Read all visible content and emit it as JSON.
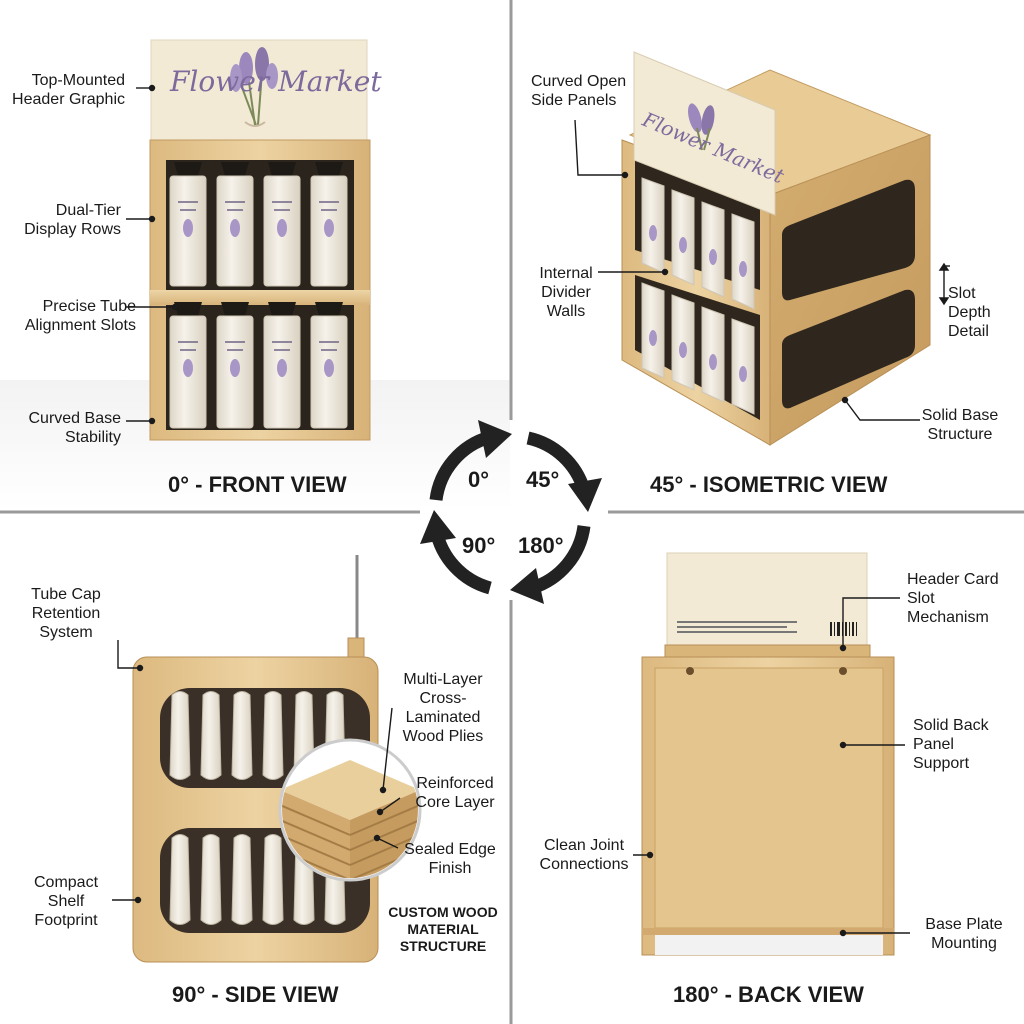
{
  "brand": {
    "front": "Flower Market",
    "iso": "Flower Market"
  },
  "views": {
    "front": {
      "title": "0° - FRONT VIEW",
      "labels": [
        "Top-Mounted\nHeader Graphic",
        "Dual-Tier\nDisplay Rows",
        "Precise Tube\nAlignment Slots",
        "Curved Base\nStability"
      ]
    },
    "iso": {
      "title": "45° - ISOMETRIC VIEW",
      "labels": [
        "Curved Open\nSide Panels",
        "Internal\nDivider\nWalls",
        "Slot\nDepth\nDetail",
        "Solid Base\nStructure"
      ]
    },
    "side": {
      "title": "90° - SIDE VIEW",
      "labels": [
        "Tube Cap\nRetention\nSystem",
        "Compact\nShelf\nFootprint",
        "Multi-Layer\nCross-\nLaminated\nWood Plies",
        "Reinforced\nCore Layer",
        "Sealed Edge\nFinish"
      ],
      "material_caption": "CUSTOM WOOD\nMATERIAL\nSTRUCTURE"
    },
    "back": {
      "title": "180° - BACK VIEW",
      "labels": [
        "Header Card\nSlot\nMechanism",
        "Solid Back\nPanel\nSupport",
        "Clean Joint\nConnections",
        "Base Plate\nMounting"
      ]
    }
  },
  "rotation": {
    "angles": [
      "0°",
      "45°",
      "90°",
      "180°"
    ]
  },
  "colors": {
    "wood_light": "#e9cf9c",
    "wood_mid": "#d9b57a",
    "wood_dark": "#b88f55",
    "card": "#f3ead6",
    "lavender": "#8a76a8",
    "tube": "#f1ece2",
    "arrow": "#222222",
    "divider": "#9a9a9a"
  }
}
